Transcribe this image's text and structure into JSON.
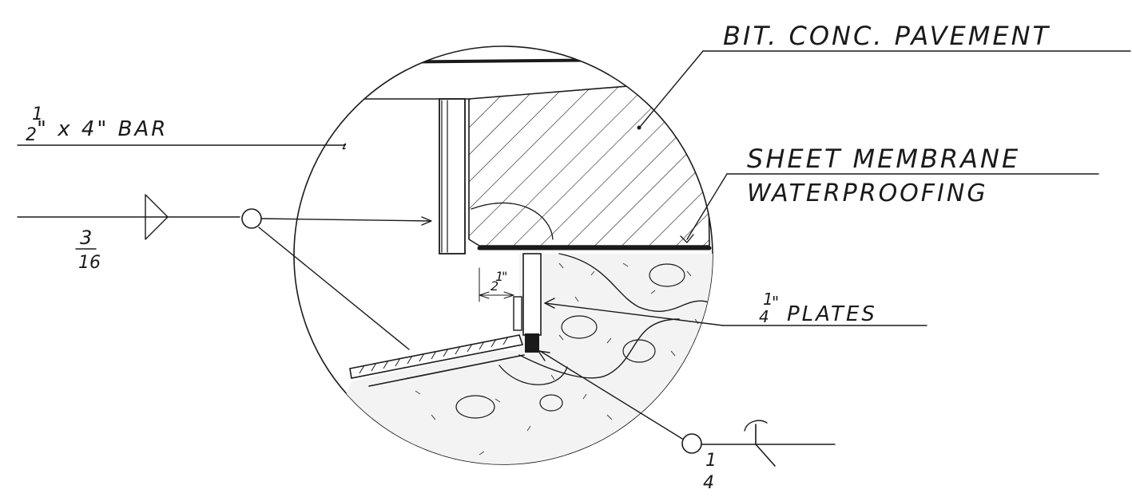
{
  "labels": {
    "pavement": "BIT. CONC. PAVEMENT",
    "bar": {
      "fraction_num": "1",
      "fraction_den": "2",
      "rest": "\" x 4\" BAR",
      "inch": "\""
    },
    "membrane_line1": "SHEET MEMBRANE",
    "membrane_line2": "WATERPROOFING",
    "plates": {
      "fraction_num": "1",
      "fraction_den": "4",
      "inch": "\"",
      "rest": "PLATES"
    },
    "half_inch": {
      "fraction_num": "1",
      "fraction_den": "2",
      "inch": "\""
    },
    "weld_left": {
      "num": "3",
      "den": "16"
    },
    "weld_right": {
      "num": "1",
      "den": "4"
    }
  }
}
